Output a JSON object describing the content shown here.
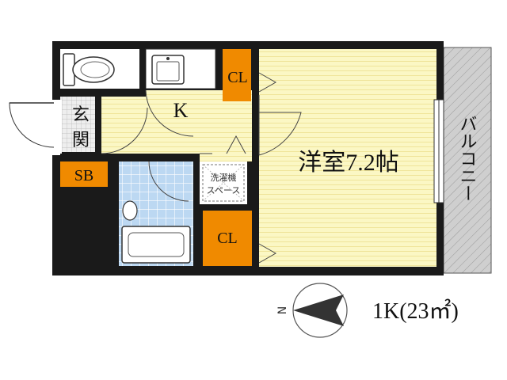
{
  "rooms": {
    "kitchen": "K",
    "entrance_1": "玄",
    "entrance_2": "関",
    "shoe_box": "SB",
    "closet_upper": "CL",
    "closet_lower": "CL",
    "washer_1": "洗濯機",
    "washer_2": "スペース",
    "western_room": "洋室7.2帖",
    "balcony": "バルコニー"
  },
  "summary": {
    "layout": "1K(23㎡)"
  },
  "compass": {
    "north_label": "N"
  },
  "colors": {
    "wall": "#1a1a1a",
    "closet": "#f08a00",
    "floor": "#fbf7c4",
    "bath_tile": "#bcd8f2",
    "balcony": "#c8c8c8"
  }
}
